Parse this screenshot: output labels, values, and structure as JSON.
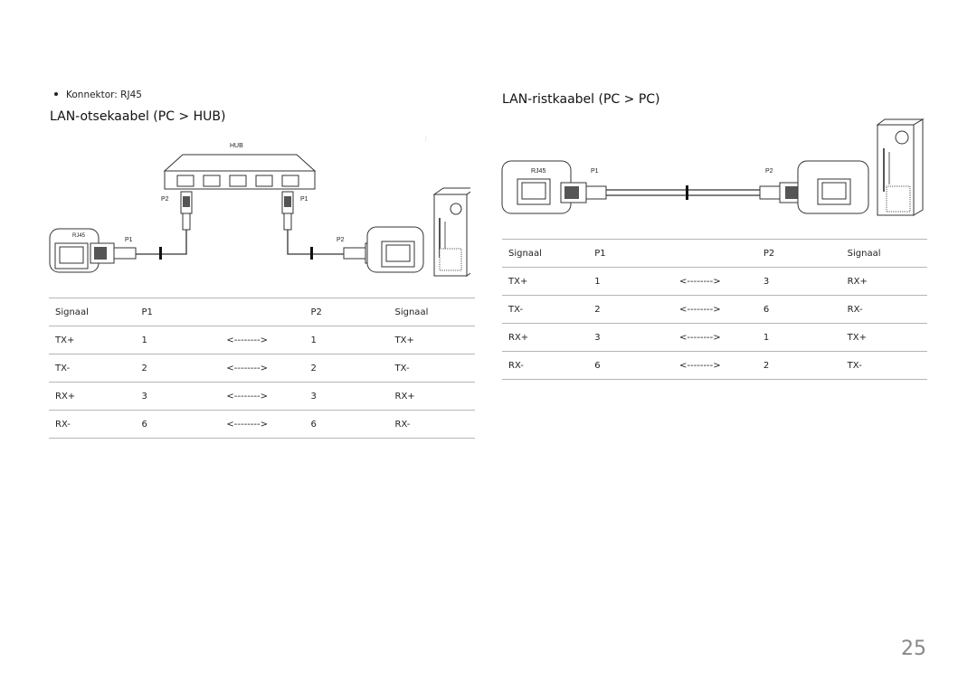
{
  "bullet": "Konnektor: RJ45",
  "left": {
    "heading": "LAN-otsekaabel (PC > HUB)",
    "hub_label": "HUB",
    "rj45_label": "RJ45",
    "p1": "P1",
    "p2": "P2",
    "table": {
      "headers": [
        "Signaal",
        "P1",
        "",
        "P2",
        "Signaal"
      ],
      "rows": [
        [
          "TX+",
          "1",
          "<-------->",
          "1",
          "TX+"
        ],
        [
          "TX-",
          "2",
          "<-------->",
          "2",
          "TX-"
        ],
        [
          "RX+",
          "3",
          "<-------->",
          "3",
          "RX+"
        ],
        [
          "RX-",
          "6",
          "<-------->",
          "6",
          "RX-"
        ]
      ]
    }
  },
  "right": {
    "heading": "LAN-ristkaabel (PC > PC)",
    "rj45_label": "RJ45",
    "p1": "P1",
    "p2": "P2",
    "table": {
      "headers": [
        "Signaal",
        "P1",
        "",
        "P2",
        "Signaal"
      ],
      "rows": [
        [
          "TX+",
          "1",
          "<-------->",
          "3",
          "RX+"
        ],
        [
          "TX-",
          "2",
          "<-------->",
          "6",
          "RX-"
        ],
        [
          "RX+",
          "3",
          "<-------->",
          "1",
          "TX+"
        ],
        [
          "RX-",
          "6",
          "<-------->",
          "2",
          "TX-"
        ]
      ]
    }
  },
  "page_number": "25"
}
